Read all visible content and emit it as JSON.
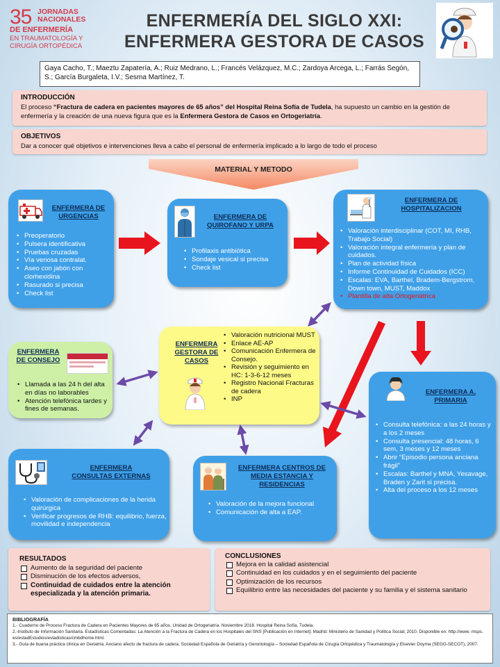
{
  "logo": {
    "number": "35",
    "line1": "JORNADAS",
    "line2": "NACIONALES",
    "line3": "DE ENFERMERÍA",
    "line4": "EN TRAUMATOLOGÍA Y",
    "line5": "CIRUGÍA ORTOPÉDICA"
  },
  "title": {
    "line1": "ENFERMERÍA DEL SIGLO XXI:",
    "line2": "ENFERMERA GESTORA DE CASOS"
  },
  "authors": "Gaya Cacho, T.; Maeztu Zapatería, A.; Ruiz Medrano, L.; Francés Velázquez, M.C.; Zardoya Arcega, L.; Farrás Segón, S.; García Burgaleta, I.V.; Sesma Martínez, T.",
  "intro": {
    "heading": "INTRODUCCIÓN",
    "t1": "El proceso ",
    "b1": "“Fractura de cadera en pacientes mayores de 65 años” del Hospital Reina Sofía de Tudela",
    "t2": ", ha supuesto un cambio en la gestión de  enfermería y la creación de una nueva figura que es la ",
    "b2": "Enfermera Gestora de Casos en Ortogeriatría",
    "t3": "."
  },
  "objetivos": {
    "heading": "OBJETIVOS",
    "text": "Dar a conocer qué objetivos e intervenciones lleva  a cabo el personal de enfermería implicado  a lo largo de todo el proceso"
  },
  "material": {
    "label": "MATERIAL  Y METODO"
  },
  "urgencias": {
    "heading": "ENFERMERA DE URGENCIAS",
    "items": [
      "Preoperatorio",
      "Pulsera identificativa",
      "Pruebas cruzadas",
      "Vía venosa contralat.",
      "Aseo con jabón con clorhexidina",
      "Rasurado si precisa",
      "Check list"
    ]
  },
  "quirofano": {
    "heading": "ENFERMERA DE QUIROFANO  Y URPA",
    "items": [
      "Profilaxis antibiótica",
      "Sondaje vesical si precisa",
      "Check list"
    ]
  },
  "hospitalizacion": {
    "heading1": "ENFERMERA  DE",
    "heading2": "HOSPITALIZACION",
    "items": [
      "Valoración interdisciplinar (COT, MI, RHB, Trabajo Social)",
      "Valoración integral enfermería y plan de cuidados.",
      "Plan de actividad física",
      "Informe Continuidad de Cuidados (ICC)",
      "Escalas: EVA, Barthel, Bradem-Bergstrom, Down town, MUST, Maddox"
    ],
    "highlight": "Plantilla de alta Ortogeriátrica",
    "highlight_color": "#e8141e"
  },
  "gestora": {
    "heading": "ENFERMERA GESTORA DE CASOS",
    "items": [
      "Valoración nutricional MUST",
      "Enlace AE-AP",
      "Comunicación Enfermera de Consejo.",
      "Revisión y seguimiento en HC: 1-3-6-12 meses",
      "Registro Nacional Fracturas de cadera",
      "INP"
    ]
  },
  "consejo": {
    "heading": "ENFERMERA DE CONSEJO",
    "items": [
      "Llamada a las 24 h del alta en días no laborables",
      "Atención telefónica tardes y fines de semanas."
    ]
  },
  "primaria": {
    "heading": "ENFERMERA  A. PRIMARIA",
    "items": [
      "Consulta telefónica: a las 24 horas y a los 2 meses",
      "Consulta presencial: 48 horas, 6 sem, 3 meses y 12 meses",
      "Abrir “Episodio persona anciana frágil”",
      "Escalas: Barthel y MNA, Yesavage, Braden y Zarit si precisa.",
      "Alta del proceso a los 12 meses"
    ]
  },
  "externas": {
    "heading1": "ENFERMERA",
    "heading2": "CONSULTAS EXTERNAS",
    "items": [
      "Valoración de complicaciones de la herida quirúrgica",
      "Verificar progresos de RHB: equilibrio, fuerza, movilidad e independencia"
    ]
  },
  "media_estancia": {
    "heading": "ENFERMERA  CENTROS DE MEDIA ESTANCIA Y RESIDENCIAS",
    "items": [
      "Valoración de la mejora funcional",
      "Comunicación de alta a EAP."
    ]
  },
  "resultados": {
    "heading": "RESULTADOS",
    "items": [
      "Aumento de la seguridad del paciente",
      "Disminución de los efectos adversos,"
    ],
    "bold_item": "Continuidad de cuidados entre la atención especializada y la atención primaria."
  },
  "conclusiones": {
    "heading": "CONCLUSIONES",
    "items": [
      "Mejora en la calidad asistencial",
      "Continuidad en los cuidados y  en el seguimiento del paciente",
      "Optimización  de  los recursos",
      "Equilibrio  entre las necesidades del paciente y su familia  y el sistema sanitario"
    ]
  },
  "bibliografia": {
    "heading": "BIBLIOGRAFÍA",
    "refs": [
      "1.- Cuaderno de Proceso Fractura de Cadera en Pacientes Mayores de 65 años. Unidad de Ortogeriatría. Noviembre 2018. Hospital Reina Sofía. Tudela.",
      "2.-Instituto de Información Sanitaria. Estadísticas Comentadas:  La Atención  a la Fractura de Cadera en los Hospitales del SNS [Publicación en Internet]. Madrid: Ministerio de Sanidad y Política Social; 2010. Disponible en: http://www. msps. es/estadEstudios/estadisticas/cmbdhome.html.",
      "3.- Guía de buena práctica clínica en Geriatría. Anciano afecto de fractura de cadera. Sociedad Española de Geriatría y Gerontología – Sociedad Española de Cirugía Ortopédica y Traumatología y Elsevier Doyma  (SEGG-SECOT), 2007."
    ]
  },
  "colors": {
    "blue_box": "#3fa0e8",
    "yellow_box": "#fdfa88",
    "green_box": "#cdf0a6",
    "pink_box": "#f9d5cf",
    "red_arrow": "#e8141e",
    "purple_arrow": "#6c4aa8"
  },
  "icons": [
    "ambulance-icon",
    "surgeon-icon",
    "hospital-nurse-icon",
    "nurse-icon",
    "stethoscope-icon",
    "elderly-couple-icon",
    "magnifier-nurse-icon"
  ]
}
